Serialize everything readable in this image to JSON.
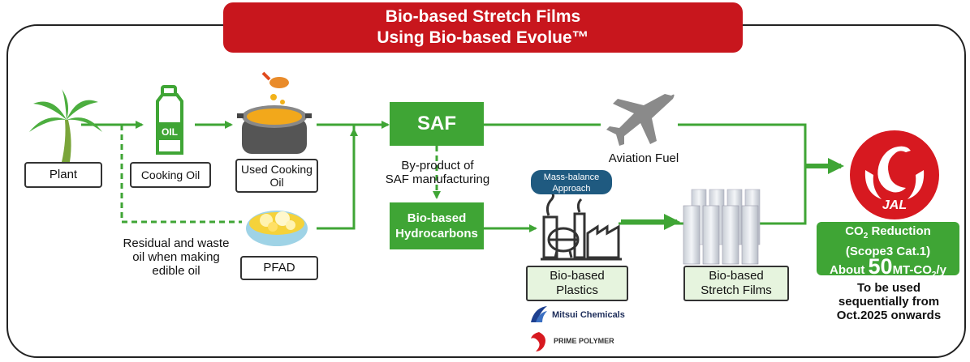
{
  "title": {
    "line1": "Bio-based Stretch Films",
    "line2": "Using Bio-based Evolue™"
  },
  "nodes": {
    "plant": "Plant",
    "cooking_oil": "Cooking Oil",
    "used_cooking_oil_l1": "Used Cooking",
    "used_cooking_oil_l2": "Oil",
    "pfad": "PFAD",
    "saf": "SAF",
    "aviation_fuel": "Aviation Fuel",
    "byproduct_l1": "By-product of",
    "byproduct_l2": "SAF manufacturing",
    "hydrocarbons_l1": "Bio-based",
    "hydrocarbons_l2": "Hydrocarbons",
    "mass_balance_l1": "Mass-balance",
    "mass_balance_l2": "Approach",
    "plastics_l1": "Bio-based",
    "plastics_l2": "Plastics",
    "stretch_films_l1": "Bio-based",
    "stretch_films_l2": "Stretch Films",
    "residual_l1": "Residual and waste",
    "residual_l2": "oil when making",
    "residual_l3": "edible oil",
    "oil_can_label": "OIL"
  },
  "co2": {
    "line1_prefix": "CO",
    "line1_sub": "2",
    "line1_suffix": " Reduction",
    "line2": "(Scope3 Cat.1)",
    "line3_prefix": "About ",
    "amount": "50",
    "unit": "MT-CO",
    "unit_sub": "2",
    "unit_suffix": "/y"
  },
  "note": {
    "l1": "To be used",
    "l2": "sequentially from",
    "l3": "Oct.2025 onwards"
  },
  "logos": {
    "jal": "JAL",
    "mitsui": "Mitsui Chemicals",
    "prime": "PRIME POLYMER"
  },
  "colors": {
    "red": "#c8161d",
    "green": "#3fa535",
    "light_green": "#e6f4de",
    "navy": "#1f5a80"
  }
}
